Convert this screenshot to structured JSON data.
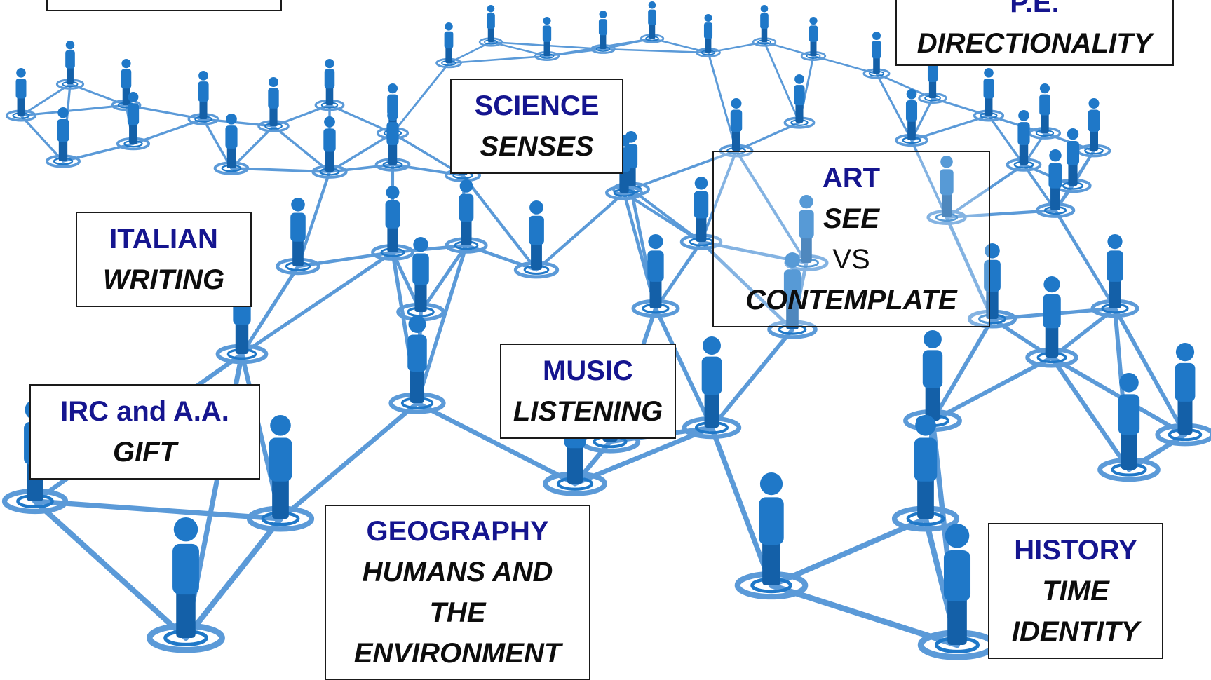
{
  "colors": {
    "figure": "#1f78c8",
    "figure_dark": "#1460a8",
    "link": "#5b9ad8",
    "subject_text": "#15158f",
    "topic_text": "#0d0d0d",
    "box_border": "#1a1a1a"
  },
  "boxes": {
    "pe": {
      "subject": "P.E.",
      "topic": "DIRECTIONALITY"
    },
    "science": {
      "subject": "SCIENCE",
      "topic": "SENSES"
    },
    "art": {
      "subject": "ART",
      "topic_1": "SEE",
      "connector": "VS",
      "topic_2": "CONTEMPLATE"
    },
    "italian": {
      "subject": "ITALIAN",
      "topic": "WRITING"
    },
    "irc": {
      "subject": "IRC and  A.A.",
      "topic": "GIFT"
    },
    "music": {
      "subject": "MUSIC",
      "topic": "LISTENING"
    },
    "geography": {
      "subject": "GEOGRAPHY",
      "topic_1": "HUMANS AND",
      "topic_2": "THE",
      "topic_3": "ENVIRONMENT"
    },
    "history": {
      "subject": "HISTORY",
      "topic_1": "TIME",
      "topic_2": "IDENTITY"
    }
  }
}
